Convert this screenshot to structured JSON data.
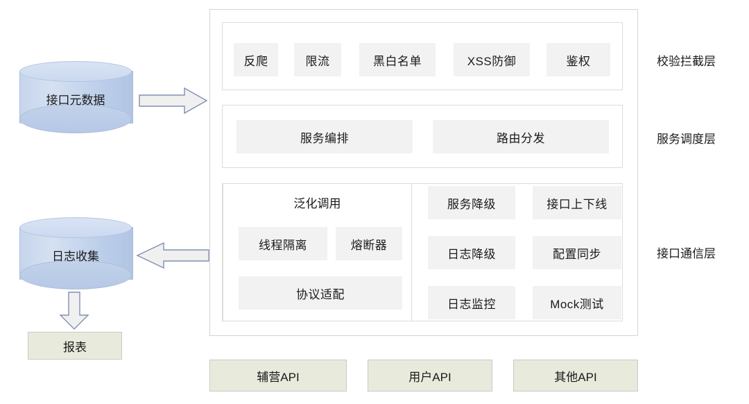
{
  "diagram": {
    "title": "API gateway layered architecture",
    "colors": {
      "tag_bg": "#f2f2f2",
      "green_bg": "#e8ebdc",
      "cylinder_blue": "#bed0ea",
      "arrow_fill": "#f0f0f0",
      "arrow_stroke": "#8090b0",
      "frame_border": "#d4d4d4"
    }
  },
  "sources": {
    "metadata_store": {
      "label": "接口元数据"
    },
    "log_store": {
      "label": "日志收集"
    },
    "report": {
      "label": "报表"
    }
  },
  "arrows": {
    "metadata_to_gateway": {
      "name": "arrow-right",
      "direction": "right"
    },
    "gateway_to_log": {
      "name": "arrow-left",
      "direction": "left"
    },
    "log_to_report": {
      "name": "arrow-down",
      "direction": "down"
    }
  },
  "layers": [
    {
      "name": "校验拦截层",
      "items": [
        {
          "label": "反爬"
        },
        {
          "label": "限流"
        },
        {
          "label": "黑白名单"
        },
        {
          "label": "XSS防御"
        },
        {
          "label": "鉴权"
        }
      ]
    },
    {
      "name": "服务调度层",
      "items": [
        {
          "label": "服务编排"
        },
        {
          "label": "路由分发"
        }
      ]
    },
    {
      "name": "接口通信层",
      "group": {
        "title": "泛化调用",
        "items": [
          {
            "label": "线程隔离"
          },
          {
            "label": "熔断器"
          },
          {
            "label": "协议适配"
          }
        ]
      },
      "items": [
        {
          "label": "服务降级"
        },
        {
          "label": "接口上下线"
        },
        {
          "label": "日志降级"
        },
        {
          "label": "配置同步"
        },
        {
          "label": "日志监控"
        },
        {
          "label": "Mock测试"
        }
      ]
    }
  ],
  "apis": [
    {
      "label": "辅营API"
    },
    {
      "label": "用户API"
    },
    {
      "label": "其他API"
    }
  ]
}
